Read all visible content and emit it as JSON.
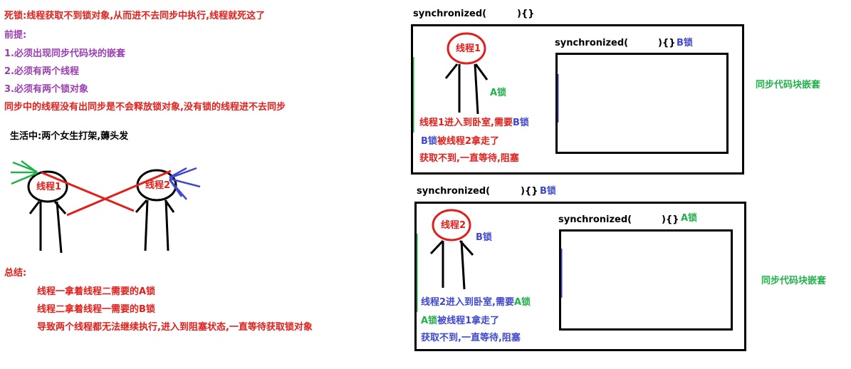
{
  "colors": {
    "red": "#e0201c",
    "purple": "#9a3fb0",
    "green": "#22b04a",
    "blue": "#3f48cc",
    "black": "#000000"
  },
  "left": {
    "deadlock_def": "死锁:线程获取不到锁对象,从而进不去同步中执行,线程就死这了",
    "premise_title": "前提:",
    "premises": [
      "1.必须出现同步代码块的嵌套",
      "2.必须有两个线程",
      "3.必须有两个锁对象"
    ],
    "sync_note": "同步中的线程没有出同步是不会释放锁对象,没有锁的线程进不去同步",
    "life_example": "生活中:两个女生打架,薅头发",
    "fight": {
      "thread1": "线程1",
      "thread2": "线程2"
    },
    "summary_title": "总结:",
    "summary": [
      "线程一拿着线程二需要的A锁",
      "线程二拿着线程一需要的B锁",
      "导致两个线程都无法继续执行,进入到阻塞状态,一直等待获取锁对象"
    ]
  },
  "top": {
    "outer_sync": "synchronized(",
    "outer_close": "){}",
    "thread_label": "线程1",
    "held_lock": "A锁",
    "inner_sync": "synchronized(",
    "inner_close": "){}",
    "inner_lock": "B锁",
    "lines": [
      "线程1进入到卧室,需要B锁",
      "B锁被线程2拿走了",
      "获取不到,一直等待,阻塞"
    ],
    "side": "同步代码块嵌套"
  },
  "bottom": {
    "outer_sync": "synchronized(",
    "outer_close": "){}",
    "outer_lock": "B锁",
    "thread_label": "线程2",
    "held_lock": "B锁",
    "inner_sync": "synchronized(",
    "inner_close": "){}",
    "inner_lock": "A锁",
    "lines": [
      "线程2进入到卧室,需要A锁",
      "A锁被线程1拿走了",
      "获取不到,一直等待,阻塞"
    ],
    "side": "同步代码块嵌套"
  }
}
